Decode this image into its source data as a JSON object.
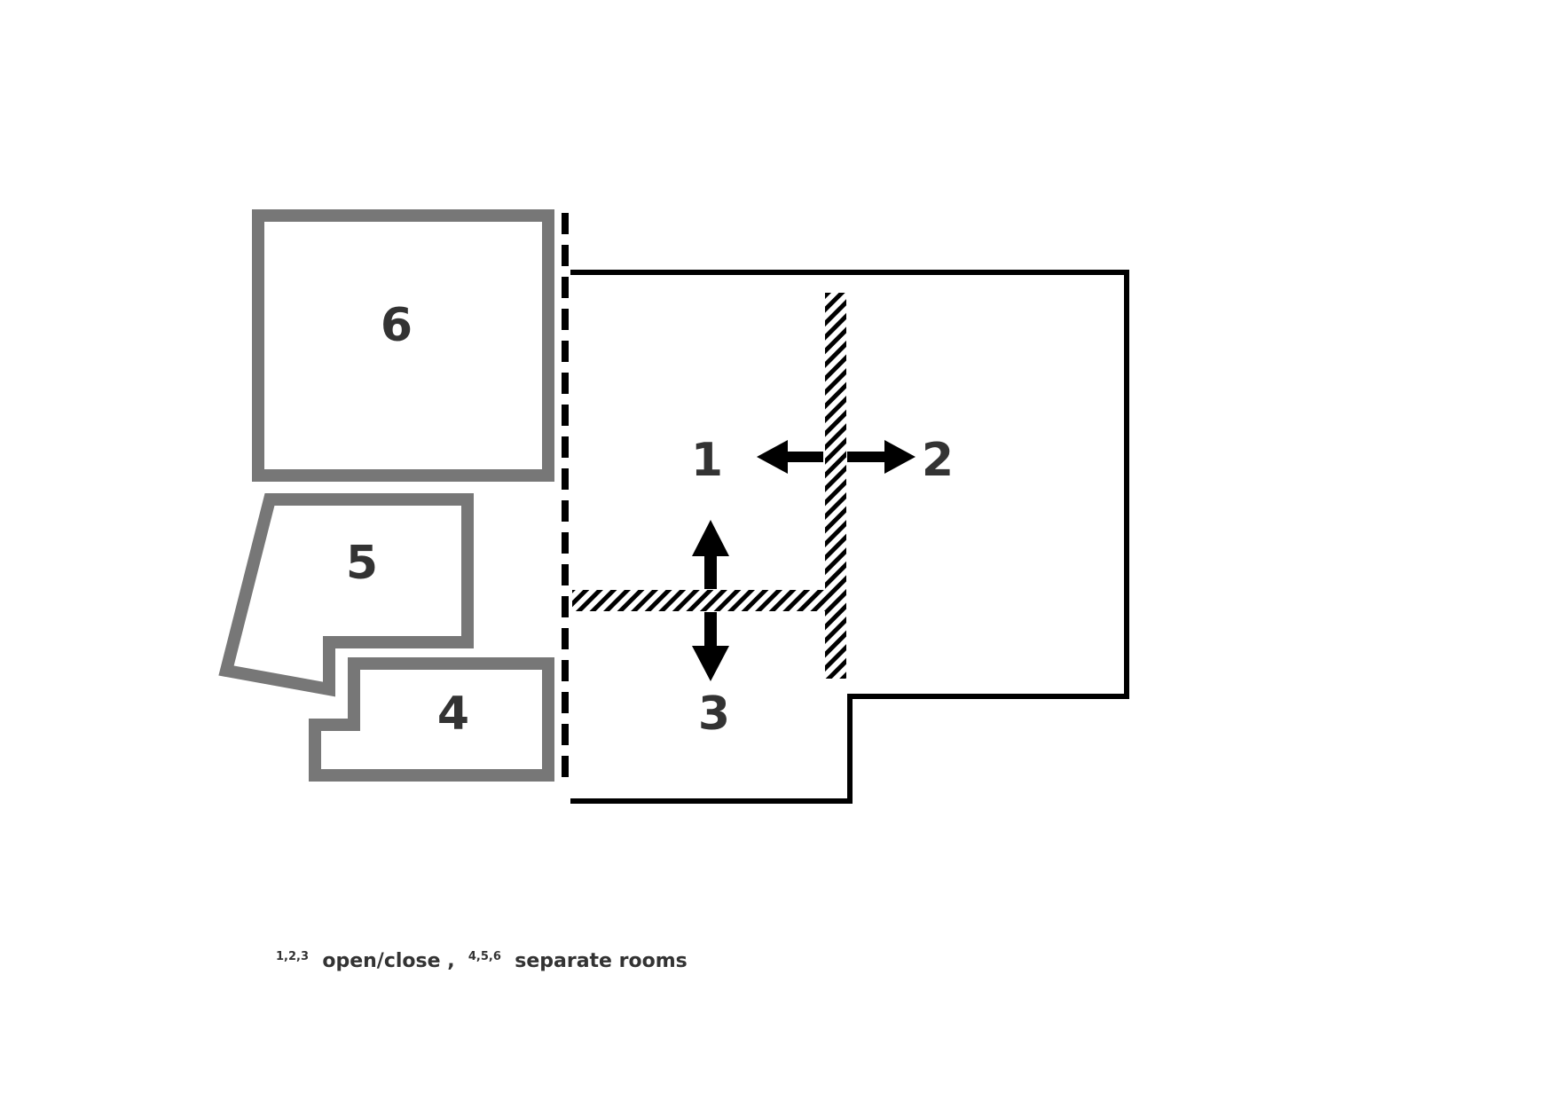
{
  "rooms": {
    "r1": "1",
    "r2": "2",
    "r3": "3",
    "r4": "4",
    "r5": "5",
    "r6": "6"
  },
  "caption": {
    "sup1": "1,2,3",
    "text1": " open/close , ",
    "sup2": "4,5,6",
    "text2": " separate rooms"
  },
  "colors": {
    "main_outline": "#000000",
    "separate_rooms": "#777777",
    "label": "#333333"
  },
  "icons": [
    "double-arrow-horizontal-icon",
    "double-arrow-vertical-icon"
  ]
}
